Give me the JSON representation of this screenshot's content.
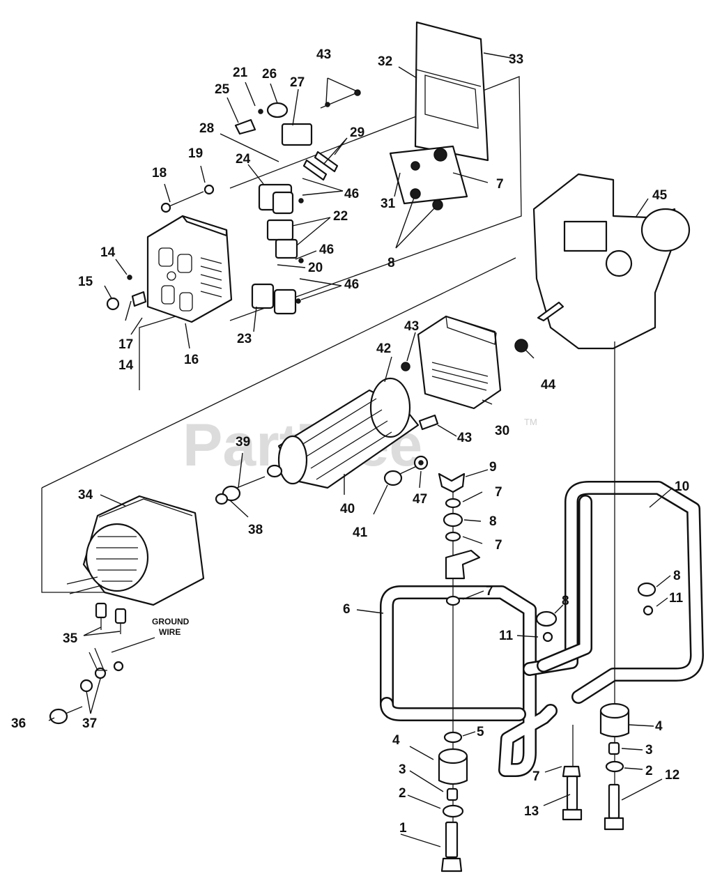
{
  "watermark": {
    "text": "PartTree",
    "tm": "TM"
  },
  "callouts": [
    "1",
    "2",
    "3",
    "4",
    "5",
    "6",
    "7",
    "8",
    "9",
    "10",
    "11",
    "12",
    "13",
    "14",
    "15",
    "16",
    "17",
    "18",
    "19",
    "20",
    "21",
    "22",
    "23",
    "24",
    "25",
    "26",
    "27",
    "28",
    "29",
    "30",
    "31",
    "32",
    "33",
    "34",
    "35",
    "36",
    "37",
    "38",
    "39",
    "40",
    "41",
    "42",
    "43",
    "44",
    "45",
    "46",
    "47"
  ],
  "ground_wire": {
    "line1": "GROUND",
    "line2": "WIRE"
  },
  "colors": {
    "ink": "#111111",
    "paper": "#ffffff",
    "watermark": "#dcdcdc"
  }
}
